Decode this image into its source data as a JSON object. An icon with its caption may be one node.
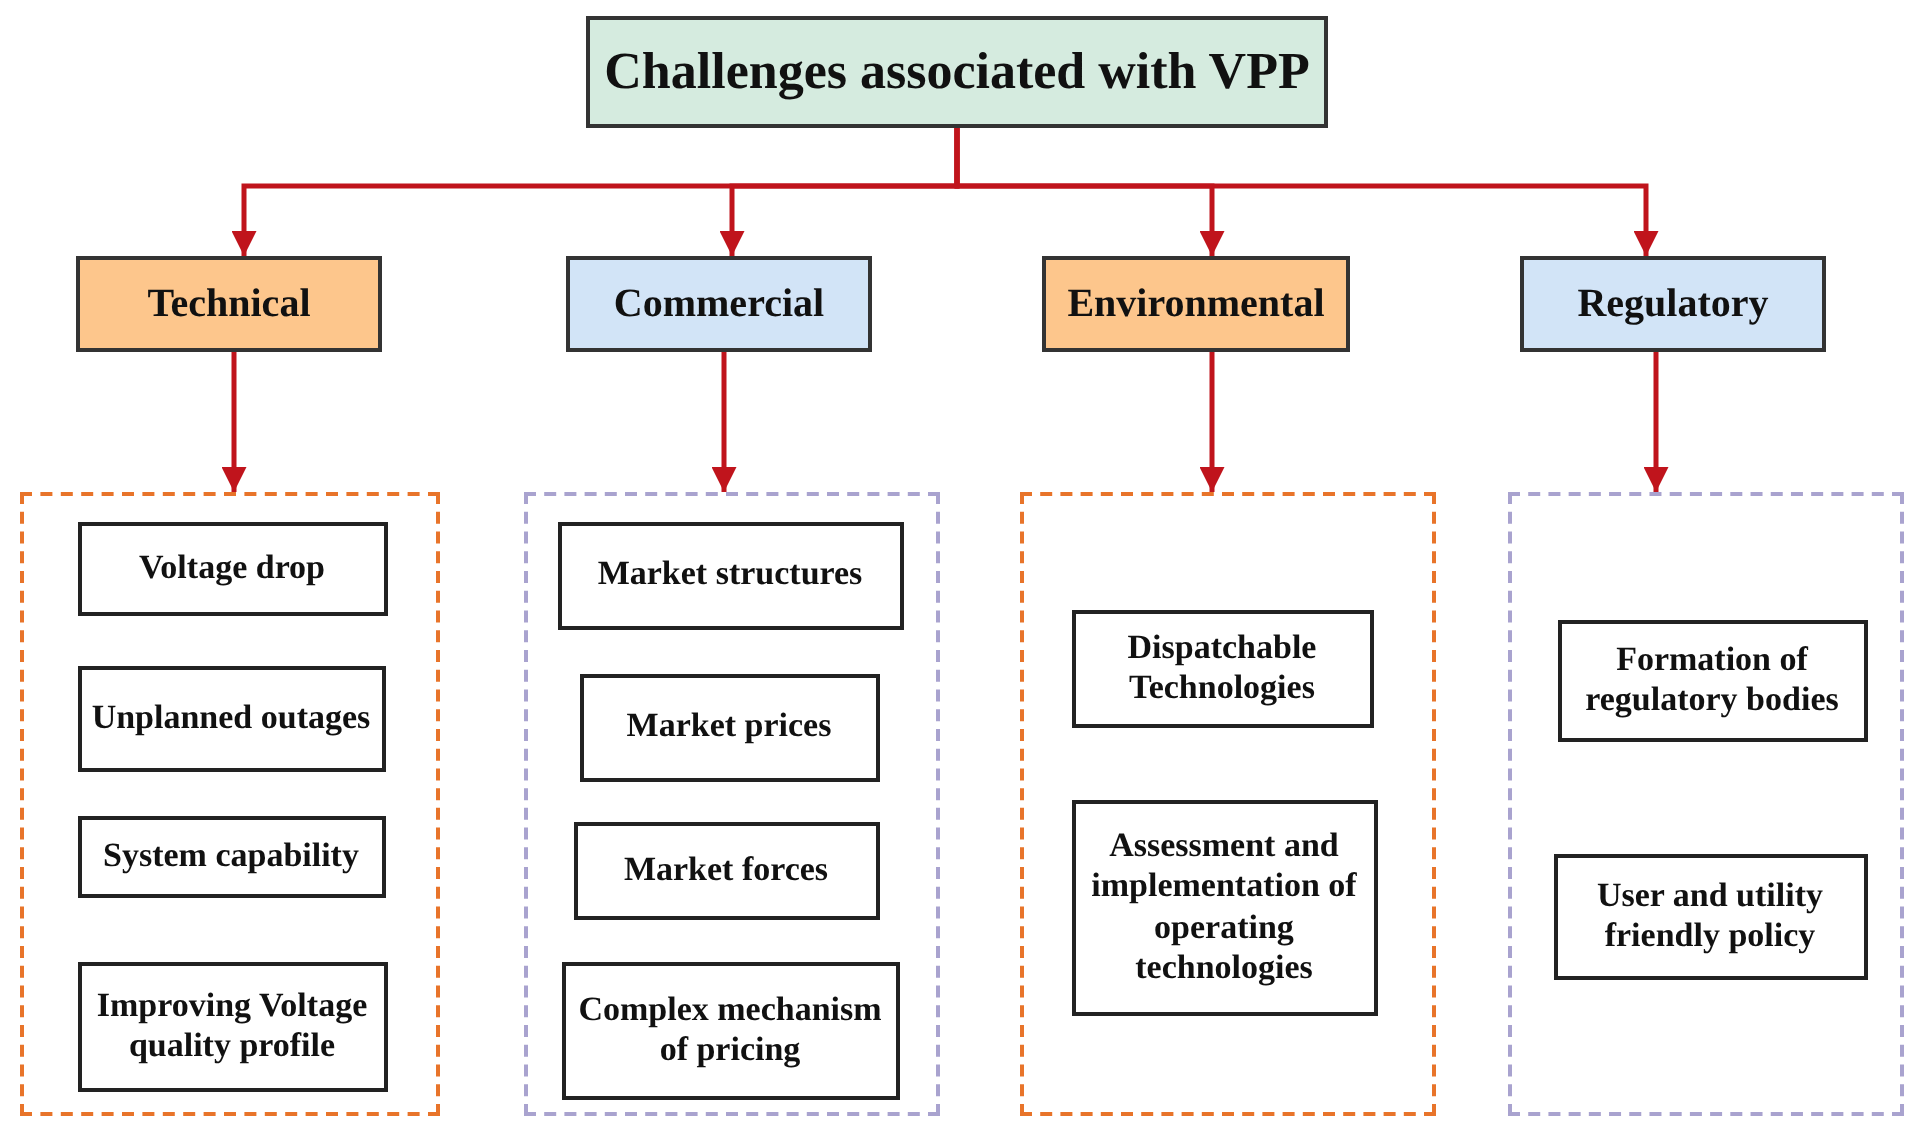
{
  "diagram": {
    "nodes": [
      {
        "text": [
          "Challenges associated with VPP"
        ]
      },
      {
        "text": [
          "Technical"
        ]
      },
      {
        "text": [
          "Commercial"
        ]
      },
      {
        "text": [
          "Environmental"
        ]
      },
      {
        "text": [
          "Regulatory"
        ]
      },
      {
        "text": [],
        "shape": "box"
      },
      {
        "text": [
          "Voltage drop"
        ],
        "in": 5
      },
      {
        "text": [
          "Unplanned outages"
        ],
        "in": 5
      },
      {
        "text": [
          "System capability"
        ],
        "in": 5
      },
      {
        "text": [
          "Improving Voltage quality profile"
        ],
        "in": 5
      },
      {
        "text": [],
        "shape": "box"
      },
      {
        "text": [
          "Market structures"
        ],
        "in": 10
      },
      {
        "text": [
          "Market prices"
        ],
        "in": 10
      },
      {
        "text": [
          "Market forces"
        ],
        "in": 10
      },
      {
        "text": [
          "Complex mechanism of pricing"
        ],
        "in": 10
      },
      {
        "text": [],
        "shape": "box"
      },
      {
        "text": [
          "Dispatchable Technologies"
        ],
        "in": 15
      },
      {
        "text": [
          "Assessment and implementation of operating technologies"
        ],
        "in": 15
      },
      {
        "text": [],
        "shape": "box"
      },
      {
        "text": [
          "Formation of regulatory bodies"
        ],
        "in": 18
      },
      {
        "text": [
          "User and utility friendly policy"
        ],
        "in": 18
      }
    ],
    "edges": [
      {
        "from": 0,
        "to": 1,
        "arrow": "to"
      },
      {
        "from": 0,
        "to": 2,
        "arrow": "to"
      },
      {
        "from": 0,
        "to": 3,
        "arrow": "to"
      },
      {
        "from": 0,
        "to": 4,
        "arrow": "to"
      },
      {
        "from": 1,
        "to": 5,
        "arrow": "to"
      },
      {
        "from": 2,
        "to": 10,
        "arrow": "to"
      },
      {
        "from": 3,
        "to": 15,
        "arrow": "to"
      },
      {
        "from": 4,
        "to": 18,
        "arrow": "to"
      }
    ]
  }
}
